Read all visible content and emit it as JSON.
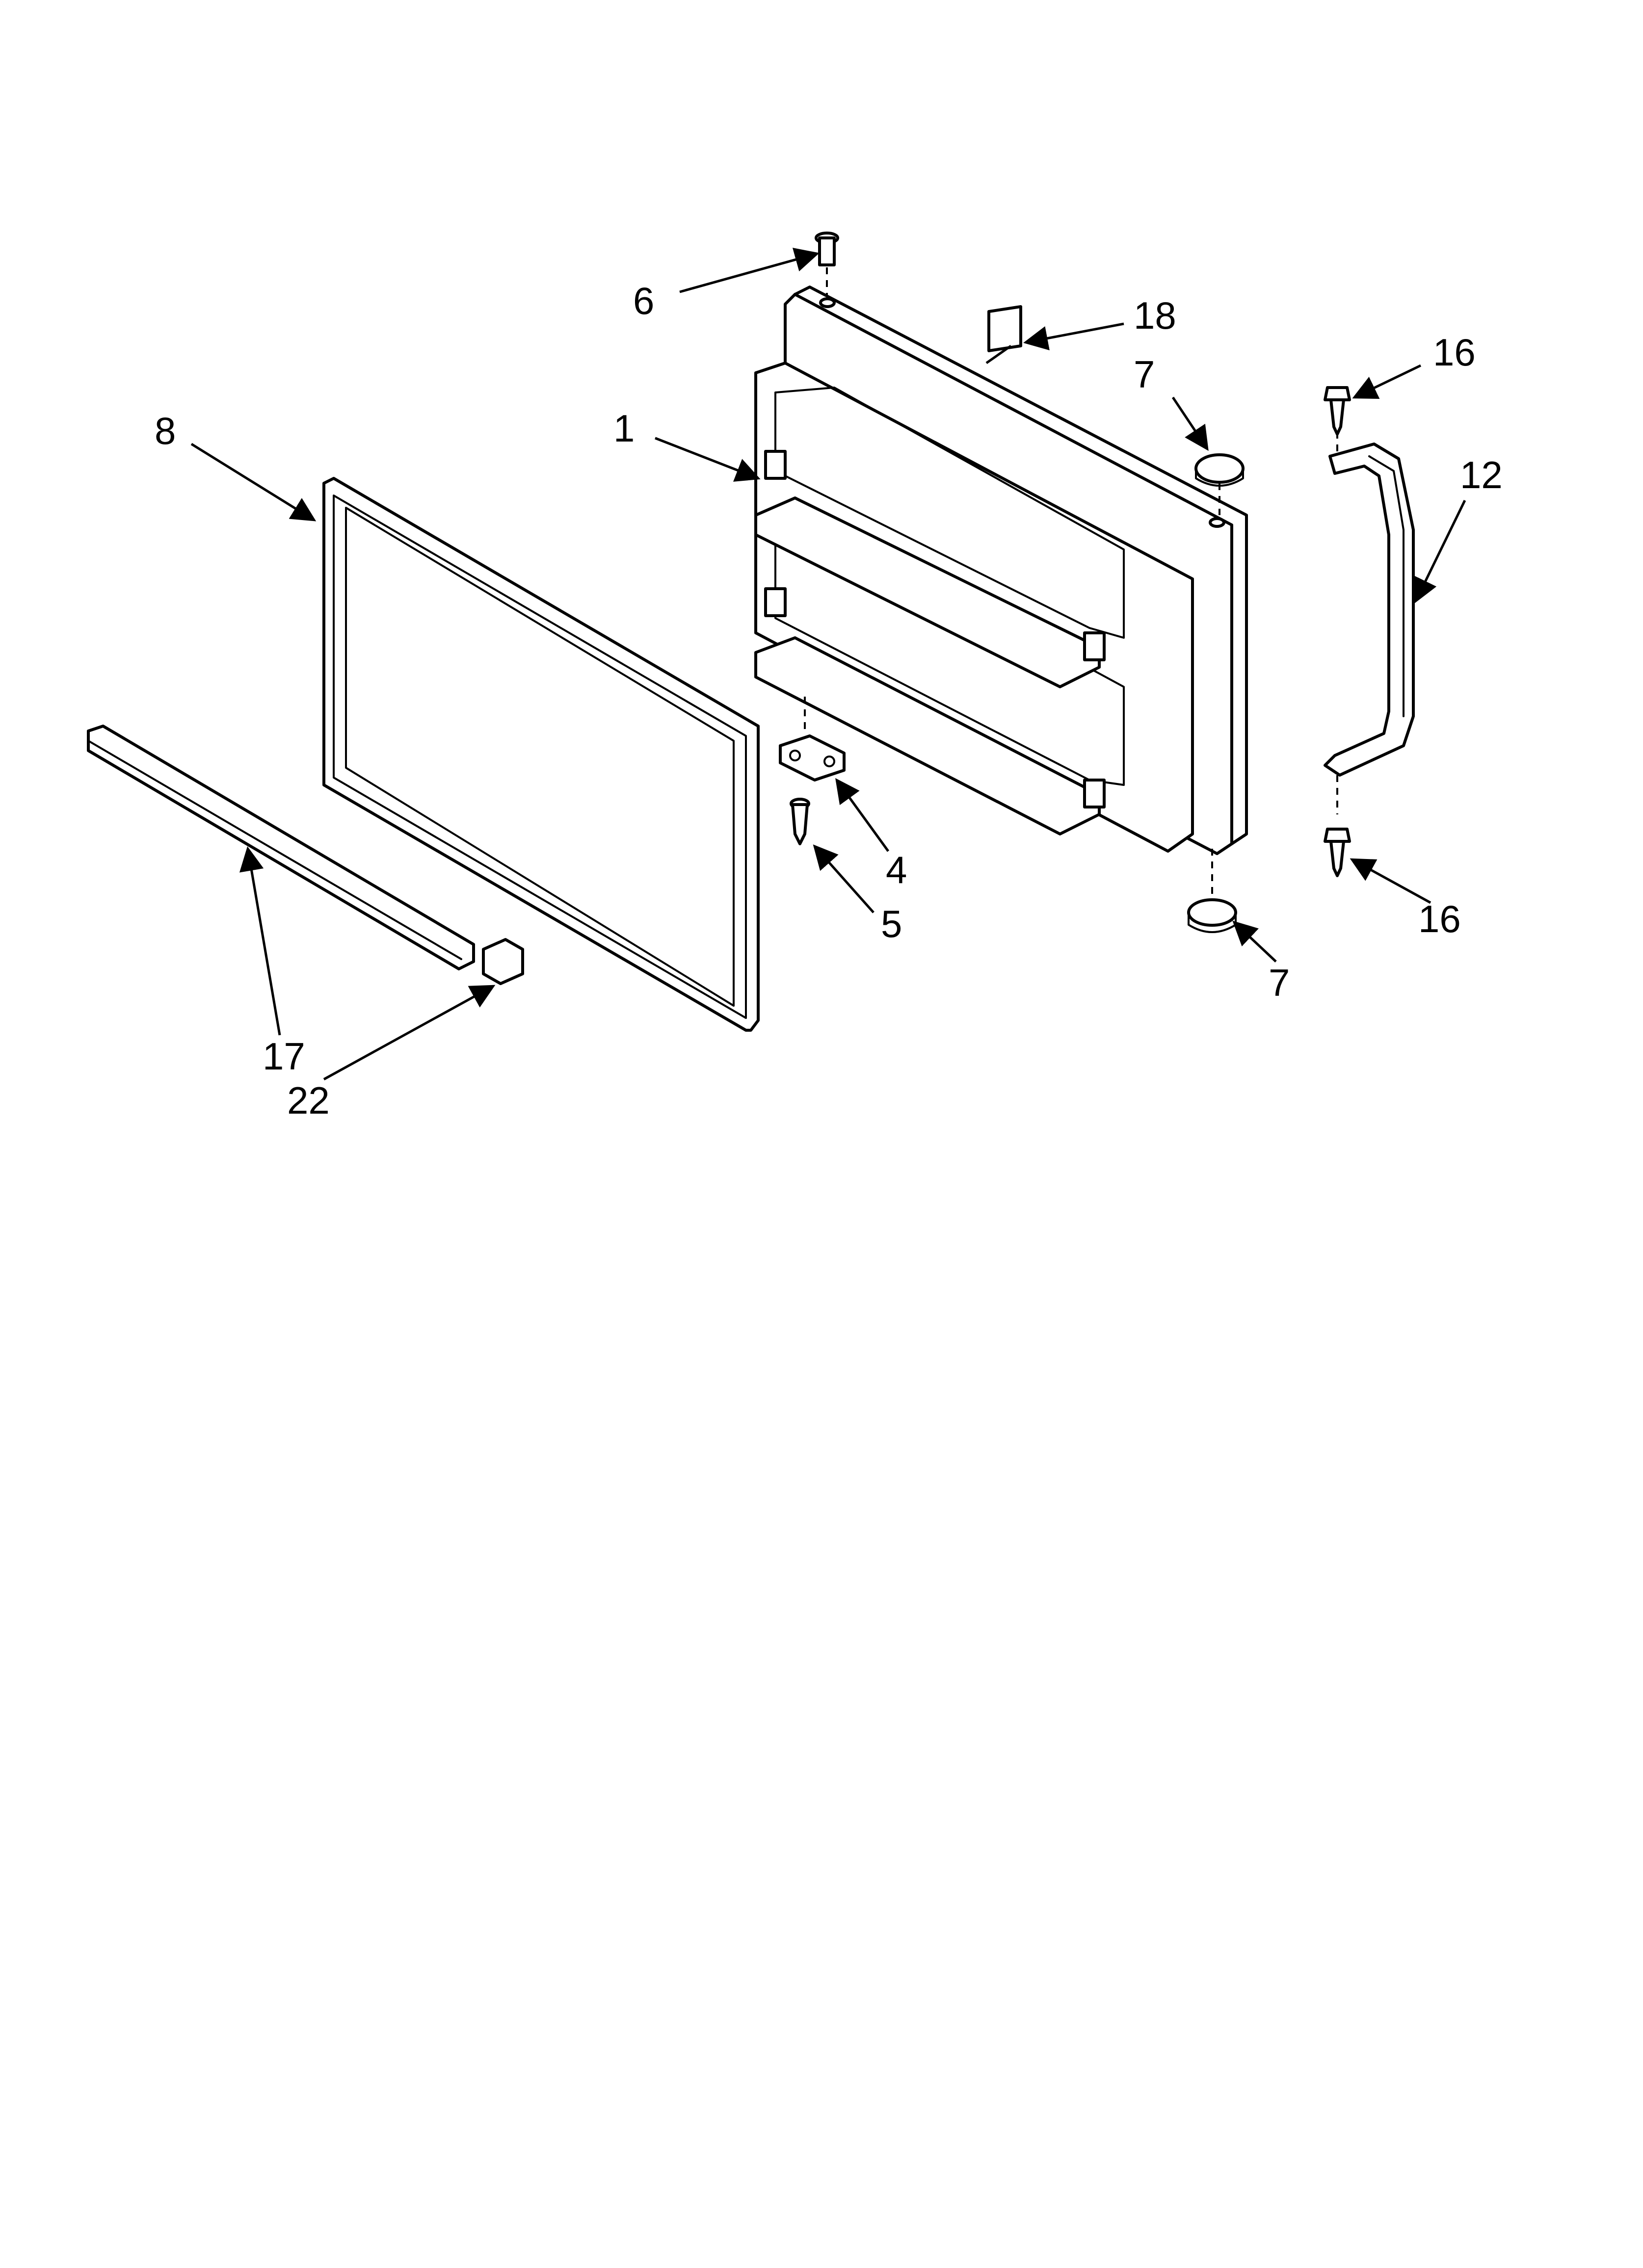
{
  "callouts": {
    "c1": "1",
    "c4": "4",
    "c5": "5",
    "c6": "6",
    "c7a": "7",
    "c7b": "7",
    "c8": "8",
    "c12": "12",
    "c16a": "16",
    "c16b": "16",
    "c17": "17",
    "c18": "18",
    "c22": "22"
  }
}
